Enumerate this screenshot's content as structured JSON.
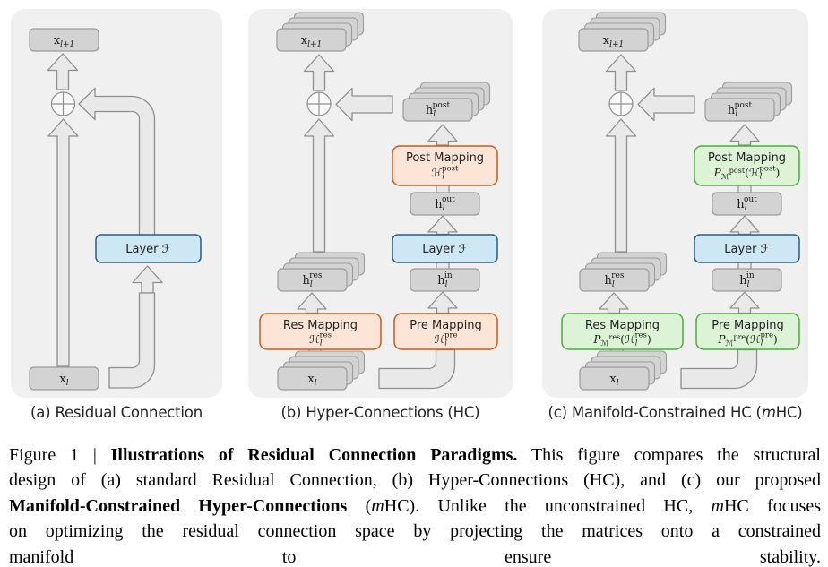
{
  "colors": {
    "panel_bg": "#f0f0f0",
    "box_gray_fill": "#d3d3d3",
    "box_gray_border": "#9b9b9b",
    "arrow_fill": "#e9e9e9",
    "arrow_stroke": "#8f8f8f",
    "layer_blue_fill": "#cde7f4",
    "layer_blue_border": "#2a5d7c",
    "mapping_orange_fill": "#fce4d6",
    "mapping_orange_border": "#c65d20",
    "mapping_green_fill": "#dcf3d5",
    "mapping_green_border": "#4cae3c"
  },
  "panel_a": {
    "caption": "(a) Residual Connection",
    "x_out": {
      "base": "x",
      "sub": "l+1"
    },
    "x_in": {
      "base": "x",
      "sub": "l"
    },
    "layer": {
      "word": "Layer",
      "symbol": "ℱ"
    },
    "add_symbol": "⊕"
  },
  "panel_b": {
    "caption": "(b) Hyper-Connections (HC)",
    "x_out": {
      "base": "x",
      "sub": "l+1"
    },
    "x_in": {
      "base": "x",
      "sub": "l"
    },
    "layer": {
      "word": "Layer",
      "symbol": "ℱ"
    },
    "add_symbol": "⊕",
    "h_post": {
      "base": "h",
      "sub": "l",
      "sup": "post"
    },
    "h_out": {
      "base": "h",
      "sub": "l",
      "sup": "out"
    },
    "h_in": {
      "base": "h",
      "sub": "l",
      "sup": "in"
    },
    "h_res": {
      "base": "h",
      "sub": "l",
      "sup": "res"
    },
    "post_mapping": {
      "title": "Post Mapping",
      "h": "ℋ",
      "sub": "l",
      "sup": "post"
    },
    "pre_mapping": {
      "title": "Pre Mapping",
      "h": "ℋ",
      "sub": "l",
      "sup": "pre"
    },
    "res_mapping": {
      "title": "Res Mapping",
      "h": "ℋ",
      "sub": "l",
      "sup": "res"
    }
  },
  "panel_c": {
    "caption_parts": {
      "pre": "(c) Manifold-Constrained HC (",
      "m": "m",
      "post": "HC)"
    },
    "x_out": {
      "base": "x",
      "sub": "l+1"
    },
    "x_in": {
      "base": "x",
      "sub": "l"
    },
    "layer": {
      "word": "Layer",
      "symbol": "ℱ"
    },
    "add_symbol": "⊕",
    "h_post": {
      "base": "h",
      "sub": "l",
      "sup": "post"
    },
    "h_out": {
      "base": "h",
      "sub": "l",
      "sup": "out"
    },
    "h_in": {
      "base": "h",
      "sub": "l",
      "sup": "in"
    },
    "h_res": {
      "base": "h",
      "sub": "l",
      "sup": "res"
    },
    "post_mapping": {
      "title": "Post Mapping",
      "p": "P",
      "m": "ℳ",
      "msup": "post",
      "open": "(",
      "h": "ℋ",
      "sub": "l",
      "sup": "post",
      "close": ")"
    },
    "pre_mapping": {
      "title": "Pre Mapping",
      "p": "P",
      "m": "ℳ",
      "msup": "pre",
      "open": "(",
      "h": "ℋ",
      "sub": "l",
      "sup": "pre",
      "close": ")"
    },
    "res_mapping": {
      "title": "Res Mapping",
      "p": "P",
      "m": "ℳ",
      "msup": "res",
      "open": "(",
      "h": "ℋ",
      "sub": "l",
      "sup": "res",
      "close": ")"
    }
  },
  "caption": {
    "lines": [
      {
        "a": "Figure 1 | ",
        "b": "Illustrations of Residual Connection Paradigms.",
        "c": " This figure compares the structural"
      },
      {
        "a": "design of (a) standard Residual Connection, (b) Hyper-Connections (HC), and (c) our proposed"
      },
      {
        "a": "Manifold-Constrained Hyper-Connections",
        "b": " (",
        "c": "m",
        "d": "HC). Unlike the unconstrained HC, ",
        "e": "m",
        "f": "HC focuses"
      },
      {
        "a": "on optimizing the residual connection space by projecting the matrices onto a constrained"
      },
      {
        "a": "manifold to ensure stability."
      }
    ]
  }
}
